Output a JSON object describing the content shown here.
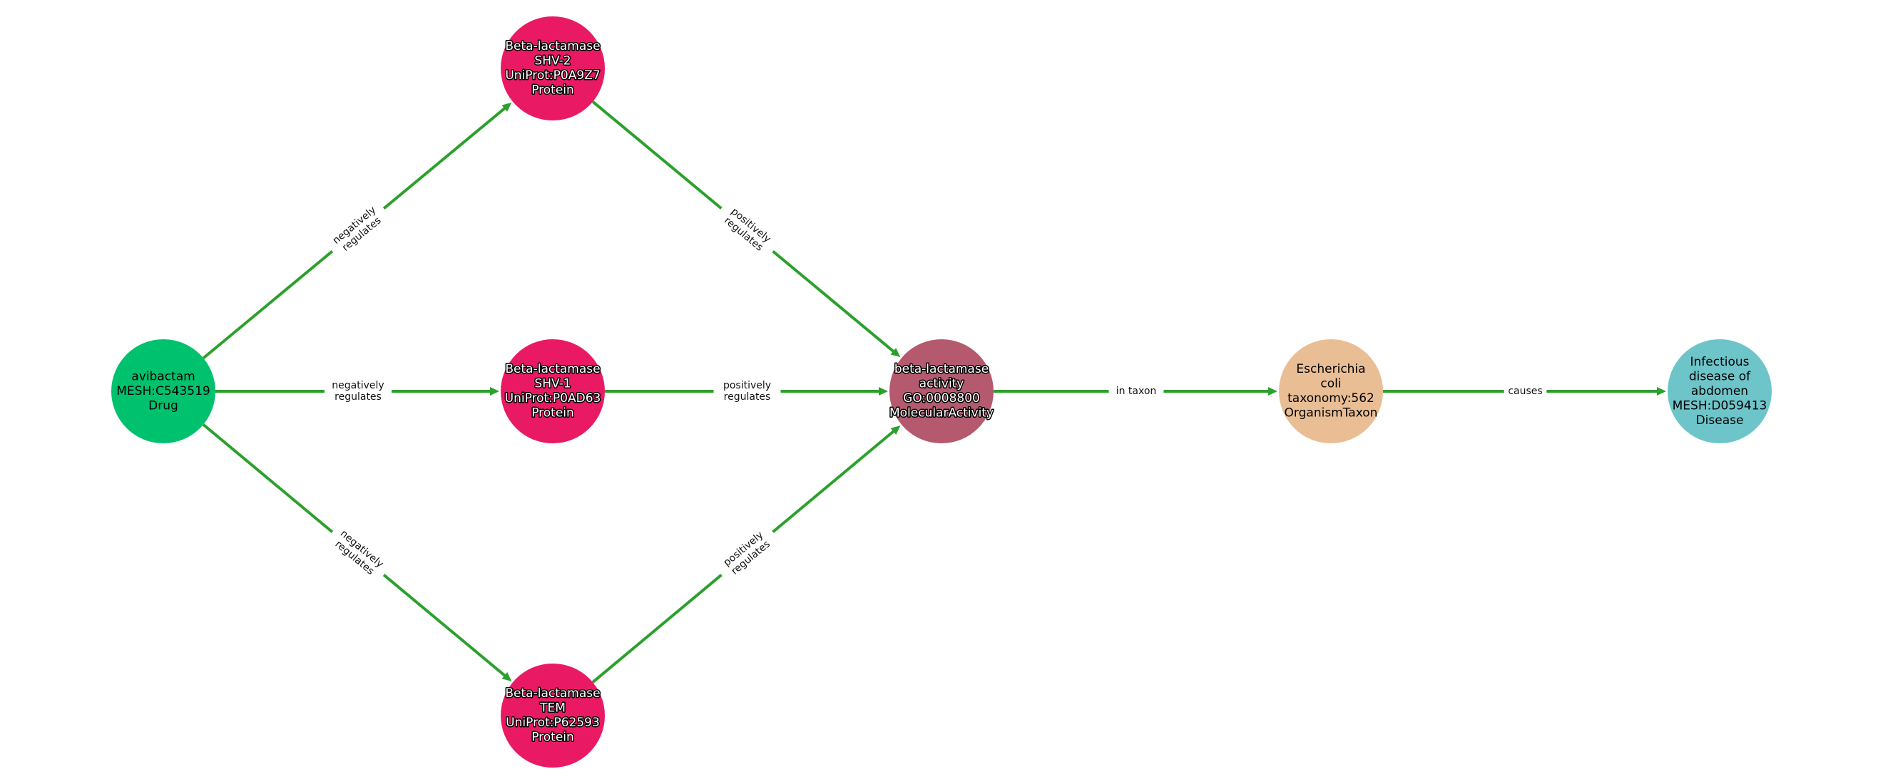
{
  "graph": {
    "edge_color": "#2ca02c",
    "nodes": [
      {
        "id": "avibactam",
        "lines": [
          "avibactam",
          "MESH:C543519",
          "Drug"
        ],
        "color": "#00c26e",
        "outlined": false
      },
      {
        "id": "shv2",
        "lines": [
          "Beta-lactamase",
          "SHV-2",
          "UniProt:P0A9Z7",
          "Protein"
        ],
        "color": "#e91a63",
        "outlined": true
      },
      {
        "id": "shv1",
        "lines": [
          "Beta-lactamase",
          "SHV-1",
          "UniProt:P0AD63",
          "Protein"
        ],
        "color": "#e91a63",
        "outlined": true
      },
      {
        "id": "tem",
        "lines": [
          "Beta-lactamase",
          "TEM",
          "UniProt:P62593",
          "Protein"
        ],
        "color": "#e91a63",
        "outlined": true
      },
      {
        "id": "activity",
        "lines": [
          "beta-lactamase",
          "activity",
          "GO:0008800",
          "MolecularActivity"
        ],
        "color": "#b55a6e",
        "outlined": true
      },
      {
        "id": "ecoli",
        "lines": [
          "Escherichia",
          "coli",
          "taxonomy:562",
          "OrganismTaxon"
        ],
        "color": "#e9be95",
        "outlined": false
      },
      {
        "id": "disease",
        "lines": [
          "Infectious",
          "disease of",
          "abdomen",
          "MESH:D059413",
          "Disease"
        ],
        "color": "#6ec5c9",
        "outlined": false
      }
    ],
    "edges": [
      {
        "source": "avibactam",
        "target": "shv2",
        "label": [
          "negatively",
          "regulates"
        ]
      },
      {
        "source": "avibactam",
        "target": "shv1",
        "label": [
          "negatively",
          "regulates"
        ]
      },
      {
        "source": "avibactam",
        "target": "tem",
        "label": [
          "negatively",
          "regulates"
        ]
      },
      {
        "source": "shv2",
        "target": "activity",
        "label": [
          "positively",
          "regulates"
        ]
      },
      {
        "source": "shv1",
        "target": "activity",
        "label": [
          "positively",
          "regulates"
        ]
      },
      {
        "source": "tem",
        "target": "activity",
        "label": [
          "positively",
          "regulates"
        ]
      },
      {
        "source": "activity",
        "target": "ecoli",
        "label": [
          "in taxon"
        ]
      },
      {
        "source": "ecoli",
        "target": "disease",
        "label": [
          "causes"
        ]
      }
    ]
  }
}
